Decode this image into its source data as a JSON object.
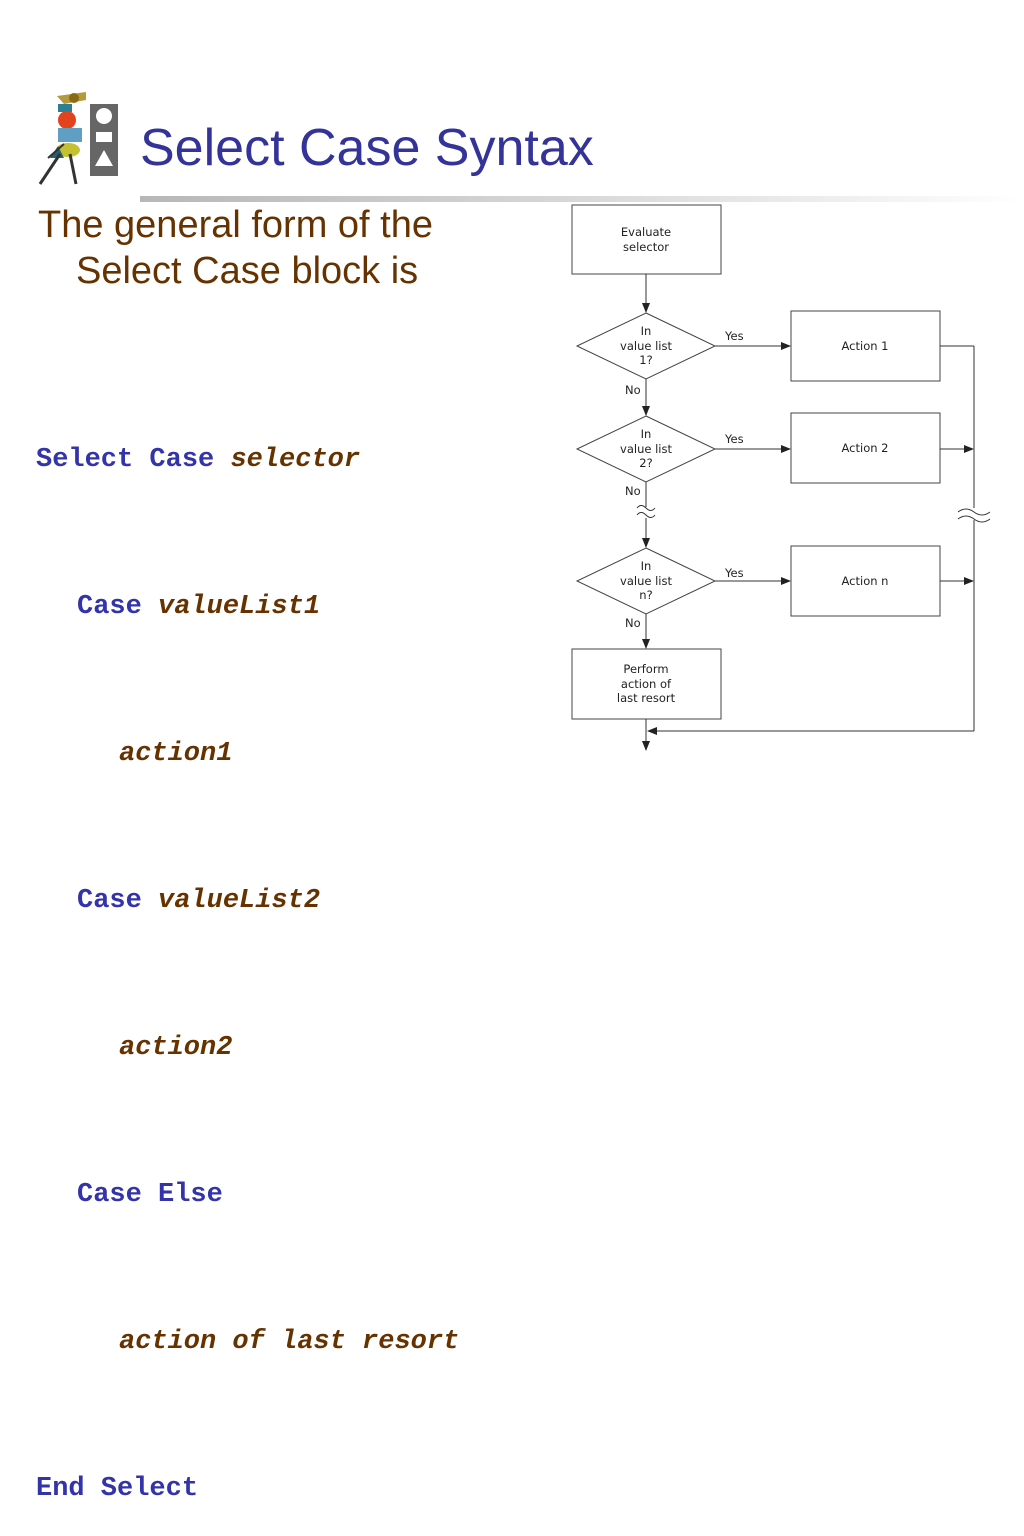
{
  "title": "Select Case Syntax",
  "intro": {
    "line1": "The general form of the",
    "line2": "Select Case block is"
  },
  "code": {
    "l1_kw": "Select Case",
    "l1_var": "selector",
    "l2_kw": "Case",
    "l2_var": "valueList1",
    "l3_var": "action1",
    "l4_kw": "Case",
    "l4_var": "valueList2",
    "l5_var": "action2",
    "l6_kw": "Case Else",
    "l7_var": "action of last resort",
    "l8_kw": "End Select"
  },
  "flowchart": {
    "evaluate": [
      "Evaluate",
      "selector"
    ],
    "decision1": [
      "In",
      "value list",
      "1?"
    ],
    "decision2": [
      "In",
      "value list",
      "2?"
    ],
    "decisionN": [
      "In",
      "value list",
      "n?"
    ],
    "yes": "Yes",
    "no": "No",
    "action1": "Action 1",
    "action2": "Action 2",
    "actionN": "Action n",
    "last_resort": [
      "Perform",
      "action of",
      "last resort"
    ]
  },
  "colors": {
    "title": "#333399",
    "intro_text": "#663300",
    "keyword": "#3333aa",
    "variable": "#663300"
  },
  "logo_icon": "people-shapes-logo-icon"
}
